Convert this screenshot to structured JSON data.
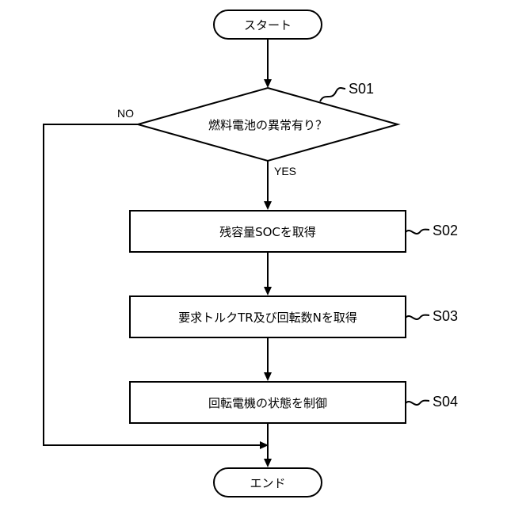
{
  "start_label": "スタート",
  "end_label": "エンド",
  "decision": {
    "text": "燃料電池の異常有り？",
    "step": "S01",
    "no_label": "NO",
    "yes_label": "YES"
  },
  "steps": [
    {
      "id": "S02",
      "text": "残容量SOCを取得"
    },
    {
      "id": "S03",
      "text": "要求トルクTR及び回転数Nを取得"
    },
    {
      "id": "S04",
      "text": "回転電機の状態を制御"
    }
  ]
}
